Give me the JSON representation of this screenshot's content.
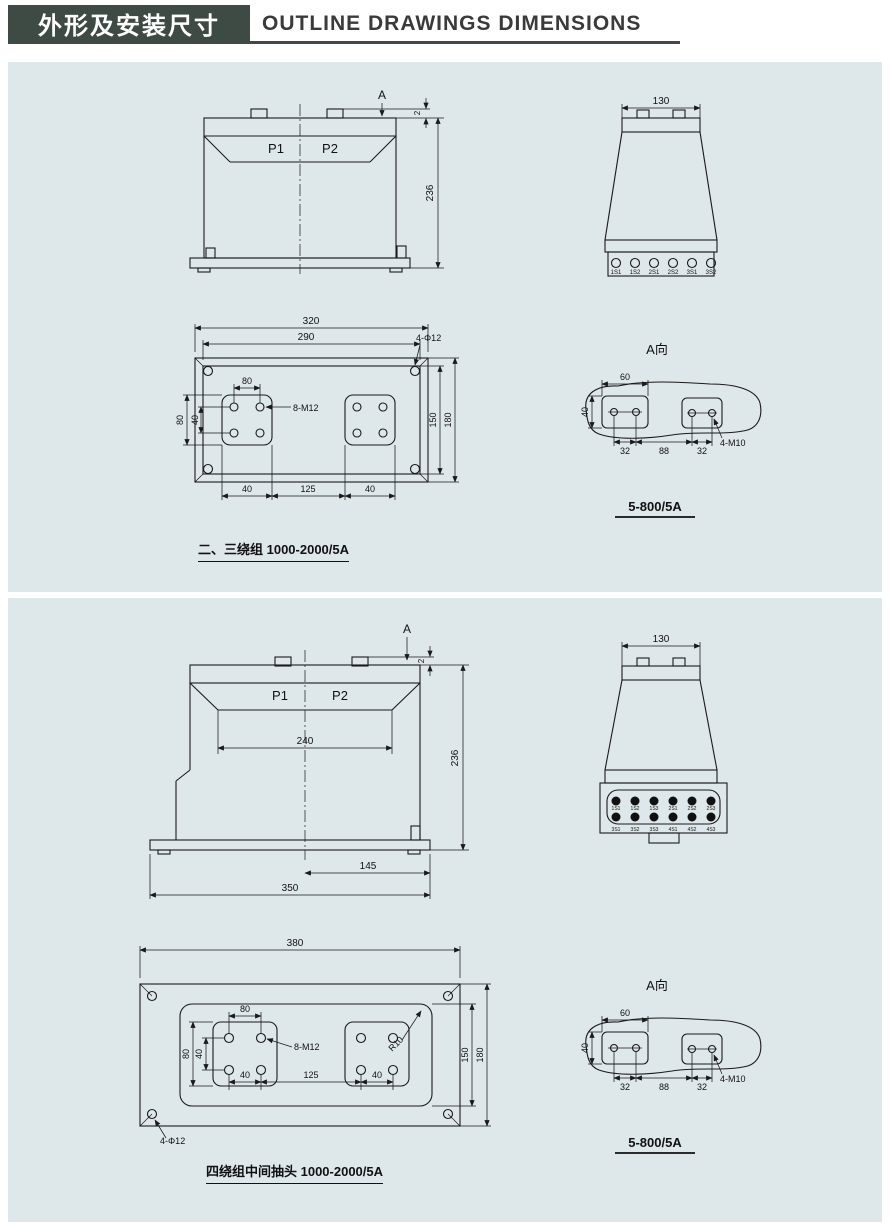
{
  "header": {
    "title_cn": "外形及安装尺寸",
    "title_en": "OUTLINE  DRAWINGS  DIMENSIONS"
  },
  "panel1": {
    "front": {
      "p1": "P1",
      "p2": "P2",
      "view_label": "A",
      "dim_cap": "2",
      "dim_height": "236"
    },
    "side": {
      "dim_width": "130",
      "terminals": [
        "1S1",
        "1S2",
        "2S1",
        "2S2",
        "3S1",
        "3S2"
      ]
    },
    "plan": {
      "dim_320": "320",
      "dim_290": "290",
      "corner_holes": "4-Φ12",
      "dim_80h": "80",
      "thread_holes": "8-M12",
      "dim_80v": "80",
      "dim_40v": "40",
      "dim_150": "150",
      "dim_180": "180",
      "dim_b40l": "40",
      "dim_b125": "125",
      "dim_b40r": "40"
    },
    "detail": {
      "title": "A向",
      "dim_60": "60",
      "dim_40": "40",
      "dim_32l": "32",
      "dim_88": "88",
      "dim_32r": "32",
      "thread": "4-M10",
      "rating": "5-800/5A"
    },
    "caption": "二、三绕组 1000-2000/5A"
  },
  "panel2": {
    "front": {
      "p1": "P1",
      "p2": "P2",
      "view_label": "A",
      "dim_cap": "2",
      "dim_height": "236",
      "dim_window": "240",
      "dim_145": "145",
      "dim_base": "350"
    },
    "side": {
      "dim_width": "130",
      "terminals_row1": [
        "1S1",
        "1S2",
        "1S3",
        "2S1",
        "2S2",
        "2S3"
      ],
      "terminals_row2": [
        "3S1",
        "3S2",
        "3S3",
        "4S1",
        "4S2",
        "4S3"
      ]
    },
    "plan": {
      "dim_380": "380",
      "dim_80h": "80",
      "thread_holes": "8-M12",
      "dim_80v": "80",
      "dim_40v": "40",
      "dim_b40l": "40",
      "dim_b125": "125",
      "dim_b40r": "40",
      "dim_150": "150",
      "dim_180": "180",
      "corner_holes": "4-Φ12",
      "radius": "R10"
    },
    "detail": {
      "title": "A向",
      "dim_60": "60",
      "dim_40": "40",
      "dim_32l": "32",
      "dim_88": "88",
      "dim_32r": "32",
      "thread": "4-M10",
      "rating": "5-800/5A"
    },
    "caption": "四绕组中间抽头 1000-2000/5A"
  }
}
